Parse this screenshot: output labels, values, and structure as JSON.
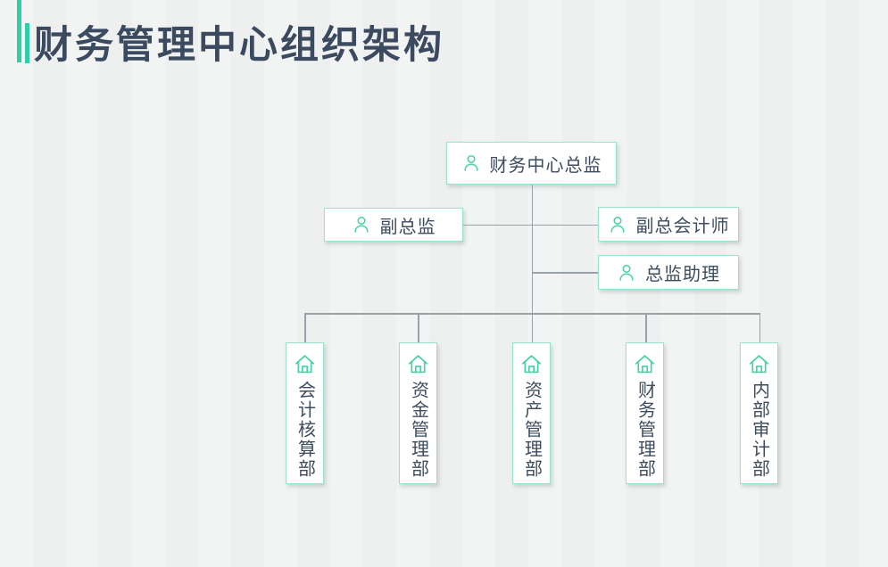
{
  "page": {
    "title": "财务管理中心组织架构"
  },
  "colors": {
    "accent_green": "#2ecfa6",
    "node_border_mint": "#97e4cb",
    "icon_green": "#41d3a4",
    "text_dark": "#3d4c5f",
    "connector_gray": "#9ba1a8",
    "background": "#f0f1f1"
  },
  "org_chart": {
    "root": {
      "label": "财务中心总监",
      "icon": "person-icon"
    },
    "level2": [
      {
        "label": "副总监",
        "icon": "person-icon"
      },
      {
        "label": "副总会计师",
        "icon": "person-icon"
      },
      {
        "label": "总监助理",
        "icon": "person-icon"
      }
    ],
    "departments": [
      {
        "label": "会计核算部",
        "icon": "home-icon"
      },
      {
        "label": "资金管理部",
        "icon": "home-icon"
      },
      {
        "label": "资产管理部",
        "icon": "home-icon"
      },
      {
        "label": "财务管理部",
        "icon": "home-icon"
      },
      {
        "label": "内部审计部",
        "icon": "home-icon"
      }
    ]
  }
}
